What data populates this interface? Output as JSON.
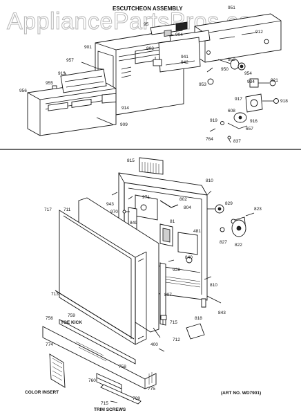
{
  "watermark": "AppliancePartsPros.com",
  "escutcheon_title": "ESCUTCHEON ASSEMBLY",
  "art_number": "(ART NO. WD7901)",
  "notes": {
    "toe_kick": "TOE KICK",
    "color_insert": "COLOR INSERT",
    "trim_screws": "TRIM SCREWS"
  },
  "escutcheon_parts": [
    "951",
    "95",
    "904",
    "912",
    "901",
    "803",
    "941",
    "942",
    "957",
    "952",
    "950",
    "954",
    "913",
    "955",
    "956",
    "953",
    "934",
    "921",
    "914",
    "917",
    "918",
    "608",
    "916",
    "909",
    "919",
    "657",
    "764",
    "837"
  ],
  "door_parts": [
    "815",
    "810",
    "943",
    "971",
    "802",
    "804",
    "829",
    "823",
    "717",
    "711",
    "970",
    "849",
    "81",
    "481",
    "827",
    "822",
    "840",
    "928",
    "713",
    "807",
    "810",
    "843",
    "759",
    "818",
    "756",
    "715",
    "712",
    "400",
    "774",
    "758",
    "760",
    "775",
    "709",
    "715"
  ]
}
